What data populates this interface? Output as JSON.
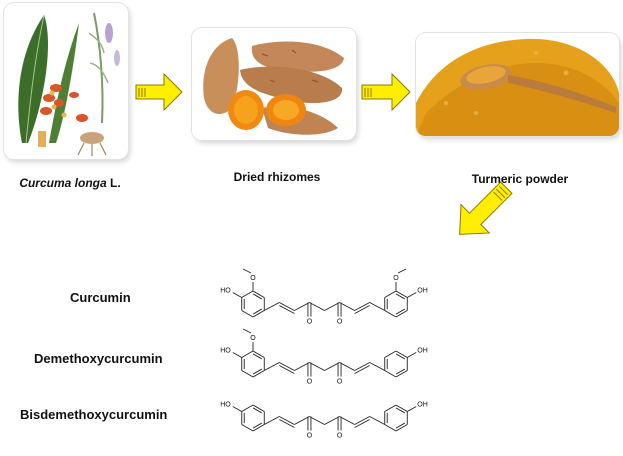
{
  "stages": [
    {
      "caption_italic": "Curcuma longa",
      "caption_rest": " L.",
      "image": "curcuma-plant-illustration"
    },
    {
      "caption": "Dried rhizomes",
      "image": "dried-rhizomes-photo"
    },
    {
      "caption": "Turmeric powder",
      "image": "turmeric-powder-photo"
    }
  ],
  "compounds": [
    {
      "name": "Curcumin"
    },
    {
      "name": "Demethoxycurcumin"
    },
    {
      "name": "Bisdemethoxycurcumin"
    }
  ],
  "atom_labels": {
    "oh": "OH",
    "ho": "HO",
    "o": "O"
  },
  "colors": {
    "arrow_fill": "#ffee00",
    "arrow_stroke": "#8a7a00",
    "turmeric": "#e6a11c",
    "rhizome": "#c98f5b",
    "leaf": "#3c6e2a"
  }
}
